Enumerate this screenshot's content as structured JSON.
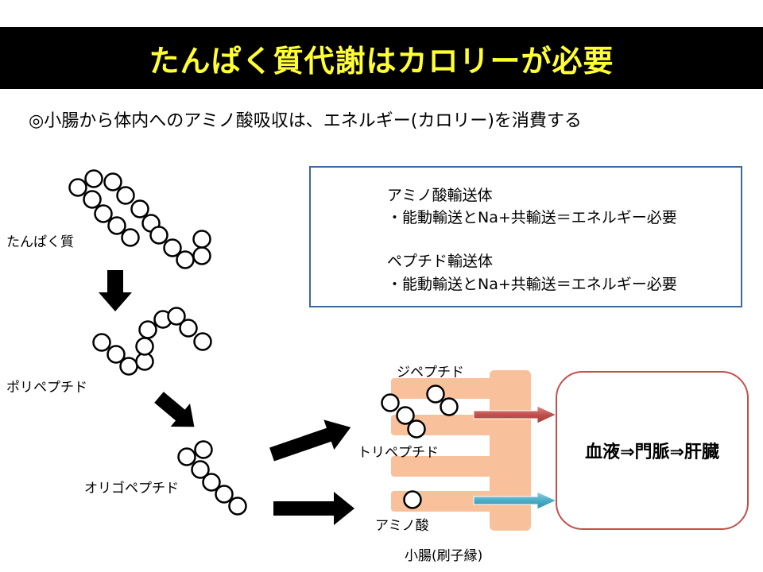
{
  "title": "たんぱく質代謝はカロリーが必要",
  "subtitle": "◎小腸から体内へのアミノ酸吸収は、エネルギー(カロリー)を消費する",
  "legend": {
    "amino_title": "アミノ酸輸送体",
    "amino_detail": "・能動輸送とNa+共輸送＝エネルギー必要",
    "peptide_title": "ペプチド輸送体",
    "peptide_detail": "・能動輸送とNa+共輸送＝エネルギー必要"
  },
  "labels": {
    "protein": "たんぱく質",
    "polypeptide": "ポリペプチド",
    "oligopeptide": "オリゴペプチド",
    "dipeptide": "ジペプチド",
    "tripeptide": "トリペプチド",
    "amino_acid": "アミノ酸",
    "small_intestine": "小腸(刷子縁)"
  },
  "destination": "血液⇒門脈⇒肝臓",
  "colors": {
    "title_bg": "#000000",
    "title_text": "#ffff33",
    "amino_arrow": "#4bacc6",
    "peptide_arrow": "#c0504d",
    "intestine": "#f9c19b",
    "legend_border": "#3a6a9e",
    "blood_border": "#c0504d"
  }
}
